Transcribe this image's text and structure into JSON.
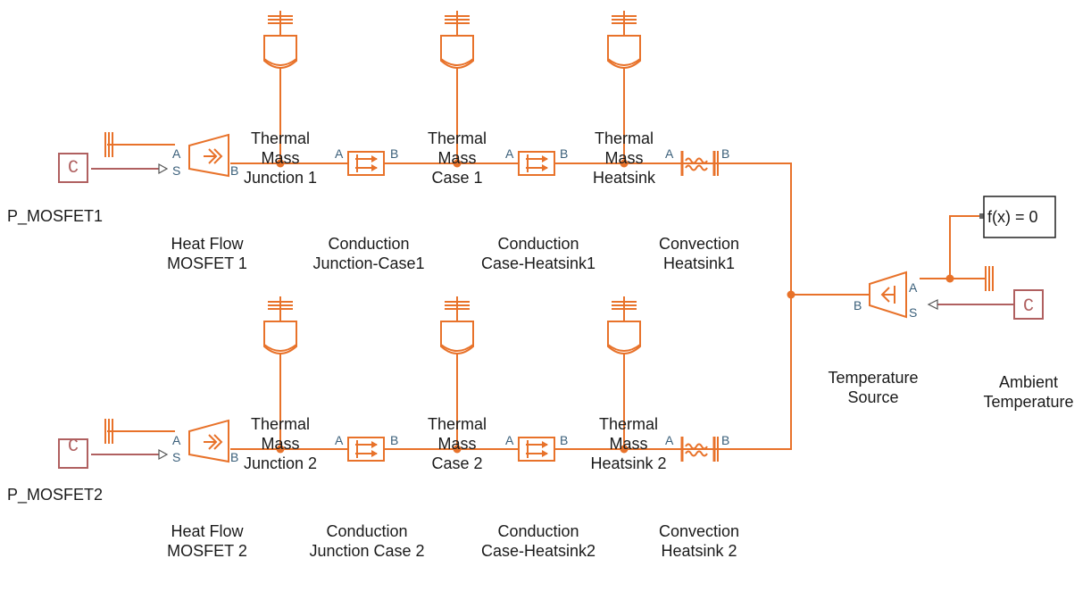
{
  "colors": {
    "wire": "#e8722a",
    "source_block": "#b06060",
    "port_label": "#3a5f7a",
    "text": "#1a1a1a"
  },
  "blocks": {
    "p_mosfet1": {
      "symbol": "C",
      "label": "P_MOSFET1"
    },
    "p_mosfet2": {
      "symbol": "C",
      "label": "P_MOSFET2"
    },
    "ambient": {
      "symbol": "C",
      "label": [
        "Ambient",
        "Temperature"
      ]
    },
    "heat_flow1": {
      "label": [
        "Heat Flow",
        "MOSFET 1"
      ]
    },
    "heat_flow2": {
      "label": [
        "Heat Flow",
        "MOSFET 2"
      ]
    },
    "mass_j1": {
      "label": [
        "Thermal",
        "Mass",
        "Junction 1"
      ]
    },
    "mass_c1": {
      "label": [
        "Thermal",
        "Mass",
        "Case 1"
      ]
    },
    "mass_h1": {
      "label": [
        "Thermal",
        "Mass",
        "Heatsink"
      ]
    },
    "mass_j2": {
      "label": [
        "Thermal",
        "Mass",
        "Junction 2"
      ]
    },
    "mass_c2": {
      "label": [
        "Thermal",
        "Mass",
        "Case 2"
      ]
    },
    "mass_h2": {
      "label": [
        "Thermal",
        "Mass",
        "Heatsink 2"
      ]
    },
    "cond_jc1": {
      "label": [
        "Conduction",
        "Junction-Case1"
      ]
    },
    "cond_ch1": {
      "label": [
        "Conduction",
        "Case-Heatsink1"
      ]
    },
    "conv_h1": {
      "label": [
        "Convection",
        "Heatsink1"
      ]
    },
    "cond_jc2": {
      "label": [
        "Conduction",
        "Junction Case 2"
      ]
    },
    "cond_ch2": {
      "label": [
        "Conduction",
        "Case-Heatsink2"
      ]
    },
    "conv_h2": {
      "label": [
        "Convection",
        "Heatsink 2"
      ]
    },
    "temp_source": {
      "label": [
        "Temperature",
        "Source"
      ]
    },
    "solver": {
      "label": "f(x) = 0"
    }
  },
  "ports": {
    "a": "A",
    "b": "B",
    "s": "S"
  }
}
